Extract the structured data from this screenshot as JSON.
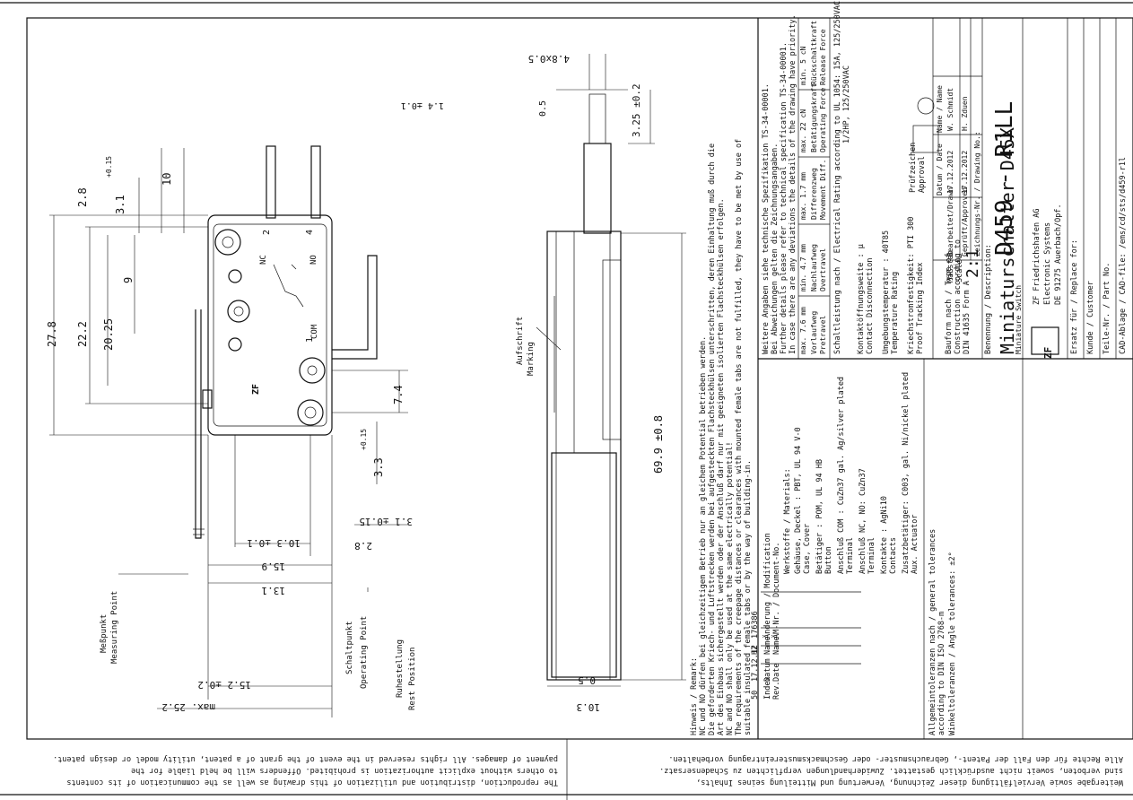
{
  "dims": {
    "d278": "27.8",
    "d222": "22.2",
    "d2025": "20.25",
    "d9": "9",
    "d28": "2.8",
    "d31": "3.1",
    "d31tol": "+0.15",
    "d10": "10",
    "d74": "7.4",
    "d33": "3.3",
    "d33tol": "+0.15",
    "d31b": "3.1 ±0.15",
    "d28b": "2.8",
    "d103": "10.3 ±0.1",
    "d159": "15.9",
    "d131": "13.1",
    "d152": "15.2 ±0.2",
    "dmax": "max. 25.2",
    "d48": "4.8x0.5",
    "d05": "0.5",
    "d14": "1.4 ±0.1",
    "d325": "3.25 ±0.2",
    "d699": "69.9 ±0.8",
    "d103s": "10.3",
    "d05s": "0.5"
  },
  "switch_labels": {
    "nc": "NC",
    "no": "NO",
    "com": "COM",
    "n2": "2",
    "n4": "4",
    "n1": "1"
  },
  "points": {
    "measuring": [
      "Meßpunkt",
      "Measuring Point"
    ],
    "operating": [
      "Schaltpunkt",
      "Operating Point"
    ],
    "rest": [
      "Ruhestellung",
      "Rest Position"
    ],
    "marking": [
      "Aufschrift",
      "Marking"
    ]
  },
  "notes": [
    "Hinweis / Remark:",
    "NC und NO dürfen bei gleichzeitigem Betrieb nur an gleichem Potential betrieben werden.",
    "Die geforderten Kriech- und Luftstrecken werden bei aufgesteckten Flachsteckhülsen unterschritten, deren Einhaltung muß durch die",
    "Art des Einbaus sichergestellt werden oder der Anschluß darf nur mit geeigneten isolierten Flachsteckhülsen erfolgen.",
    "NC and NO shall only be used at the same electrically potential!",
    "The requirements of the creepage distances or clearances with mounted female tabs are not fulfilled, they have to be met by use of",
    "suitable insulated female tabs or by the way of building-in."
  ],
  "notes2": [
    "Weitere Angaben siehe technische Spezifikation TS-34-00001.",
    "Bei Abweichungen gelten die Zeichnungsangaben.",
    "Further details please refer to technical specification TS-34-00001.",
    "In case there are any deviations the details of the drawing have priority."
  ],
  "forces": {
    "pre": [
      "max. 7.6 mm",
      "Vorlaufweg",
      "Pretravel"
    ],
    "over": [
      "min. 4.7 mm",
      "Nachlaufweg",
      "Overtravel"
    ],
    "diff": [
      "max. 1.7 mm",
      "Differenzweg",
      "Movement Diff."
    ],
    "op": [
      "max. 22 cN",
      "Betätigungskraft",
      "Operating Force"
    ],
    "rel": [
      "min. 5 cN",
      "Rückschaltkraft",
      "Release Force"
    ]
  },
  "rating": [
    "Schaltleistung nach / Electrical Rating according to UL 1054: 15A, 125/250VAC",
    "1/2HP, 125/250VAC"
  ],
  "props": [
    [
      "Kontaktöffnungsweite : µ",
      "Contact Disconnection"
    ],
    [
      "Umgebungstemperatur : 40T85",
      "Temperature Rating"
    ],
    [
      "Kriechstromfestigkeit: PTI 300",
      "Proof Tracking Index"
    ]
  ],
  "approval": [
    "Prüfzeichen",
    "Approval"
  ],
  "construction": [
    "Bauform nach / Type of",
    "Construction according to",
    "DIN 41635 Form A"
  ],
  "scale": {
    "label": [
      "Maßstab",
      "Scale:"
    ],
    "value": "2:1"
  },
  "drawn": {
    "label": "Bearbeitet/Drawn",
    "date": "17.12.2012",
    "name": "W. Schmidt"
  },
  "approved": {
    "label": "Geprüft/Approved",
    "date": "17.12.2012",
    "name": "H. Zduen"
  },
  "date_name_head": [
    "Datum / Date",
    "Name / Name"
  ],
  "drawing_no_label": "Zeichnungs-Nr. / Drawing No.:",
  "drawing_no": "D459 - R1LL",
  "description_label": "Benennung / Description:",
  "description": "Miniaturschalter D45X",
  "description_sub": "Miniature Switch",
  "replace": "Ersatz für / Replace for:",
  "customer": "Kunde / Customer",
  "part_no": "Teile-Nr. / Part No.",
  "cad": "CAD-Ablage / CAD-file: /ems/cd/sts/d459-r1l",
  "company": [
    "ZF Friedrichshafen AG",
    "Electronic Systems",
    "DE 91275 Auerbach/Opf."
  ],
  "logo": "ZF",
  "materials_head": "Werkstoffe / Materials:",
  "materials": [
    [
      "Gehäuse, Deckel : PBT, UL 94 V-0",
      "Case, Cover"
    ],
    [
      "Betätiger       : POM, UL 94 HB",
      "Button"
    ],
    [
      "Anschluß COM    : CuZn37 gal. Ag/silver plated",
      "Terminal"
    ],
    [
      "Anschluß NC, NO: CuZn37",
      "Terminal"
    ],
    [
      "Kontakte        : AgNi10",
      "Contacts"
    ],
    [
      "Zusatzbetätiger: C003, gal. Ni/nickel plated",
      "Aux. Actuator"
    ]
  ],
  "tolerances": [
    "Allgemeintoleranzen nach / general tolerances",
    "according to DIN ISO 2768-m",
    "Winkeltoleranzen / Angle tolerances: ±2°"
  ],
  "revision": {
    "row": [
      "50",
      "17.12.12",
      "HZ",
      "176386"
    ],
    "head1": [
      "Index",
      "Datum",
      "Name",
      "Änderung / Modification"
    ],
    "head2": [
      "Rev.",
      "Date",
      "Name",
      "ÄM-Nr. / Document-No."
    ]
  },
  "copyright_de": [
    "Weitergabe sowie Vervielfältigung dieser Zeichnung, Verwertung und Mitteilung seines Inhalts,",
    "sind verboten, soweit nicht ausdrücklich gestattet. Zuwiderhandlungen verpflichten zu Schadensersatz.",
    "Alle Rechte für den Fall der Patent-, Gebrauchsmuster- oder Geschmacksmustereintragung vorbehalten."
  ],
  "copyright_en": [
    "The reproduction, distribution and utilization of this drawing as well as the communication of its contents",
    "to others without explicit authorization is prohibited. Offenders will be held liable for the",
    "payment of damages. All rights reserved in the event of the grant of a patent, utility model or design patent."
  ]
}
